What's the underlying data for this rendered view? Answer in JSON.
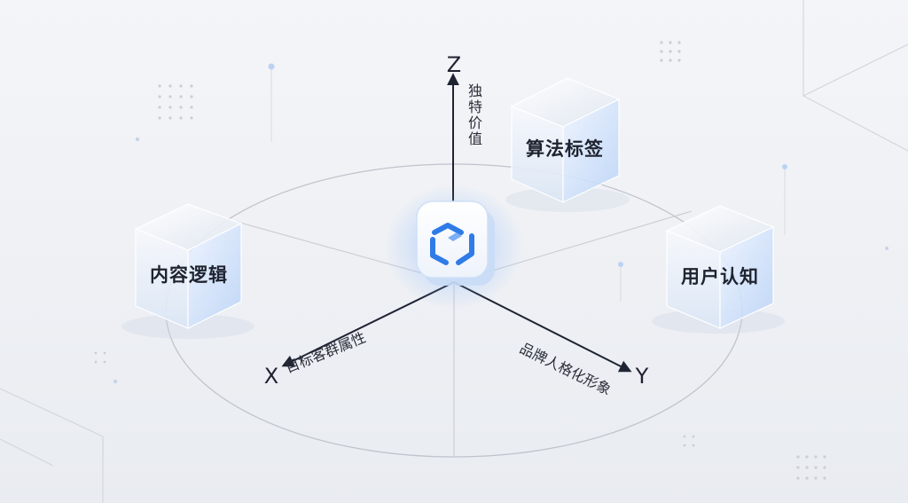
{
  "axes": {
    "z": {
      "letter": "Z",
      "label": "独特价值"
    },
    "x": {
      "letter": "X",
      "label": "目标客群属性"
    },
    "y": {
      "letter": "Y",
      "label": "品牌人格化形象"
    }
  },
  "cubes": {
    "algorithm": "算法标签",
    "content": "内容逻辑",
    "user": "用户认知"
  },
  "colors": {
    "accent": "#2f7be8",
    "background": "#eef0f4",
    "line": "#b9bfca"
  },
  "center_icon": "brand-logo-icon"
}
